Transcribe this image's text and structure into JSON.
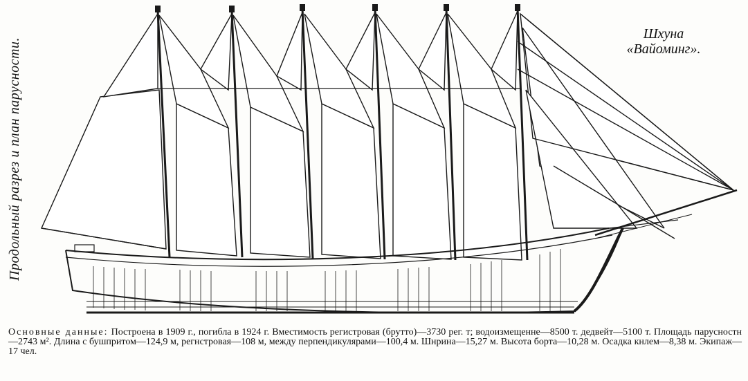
{
  "caption": {
    "vertical": "Продольный разрез и план парусности.",
    "title_line1": "Шхуна",
    "title_line2": "«Вайоминг»."
  },
  "specs": {
    "lead": "Основные данные:",
    "body": "Построена в 1909 г., погибла в 1924 г. Вместимость регистровая (брутто)—3730 рег. т; водоизмещенне—8500 т. дедвейт—5100 т. Площадь парусностн—2743 м². Длина с бушпритом—124,9 м, регнстровая—108 м, между перпендикулярами—100,4 м. Шнрина—15,27 м. Высота борта—10,28 м. Осадка кнлем—8,38 м. Экипаж—17 чел."
  },
  "drawing": {
    "masts": 6,
    "ink_color": "#1a1a1a",
    "sail_color": "#ffffff"
  }
}
